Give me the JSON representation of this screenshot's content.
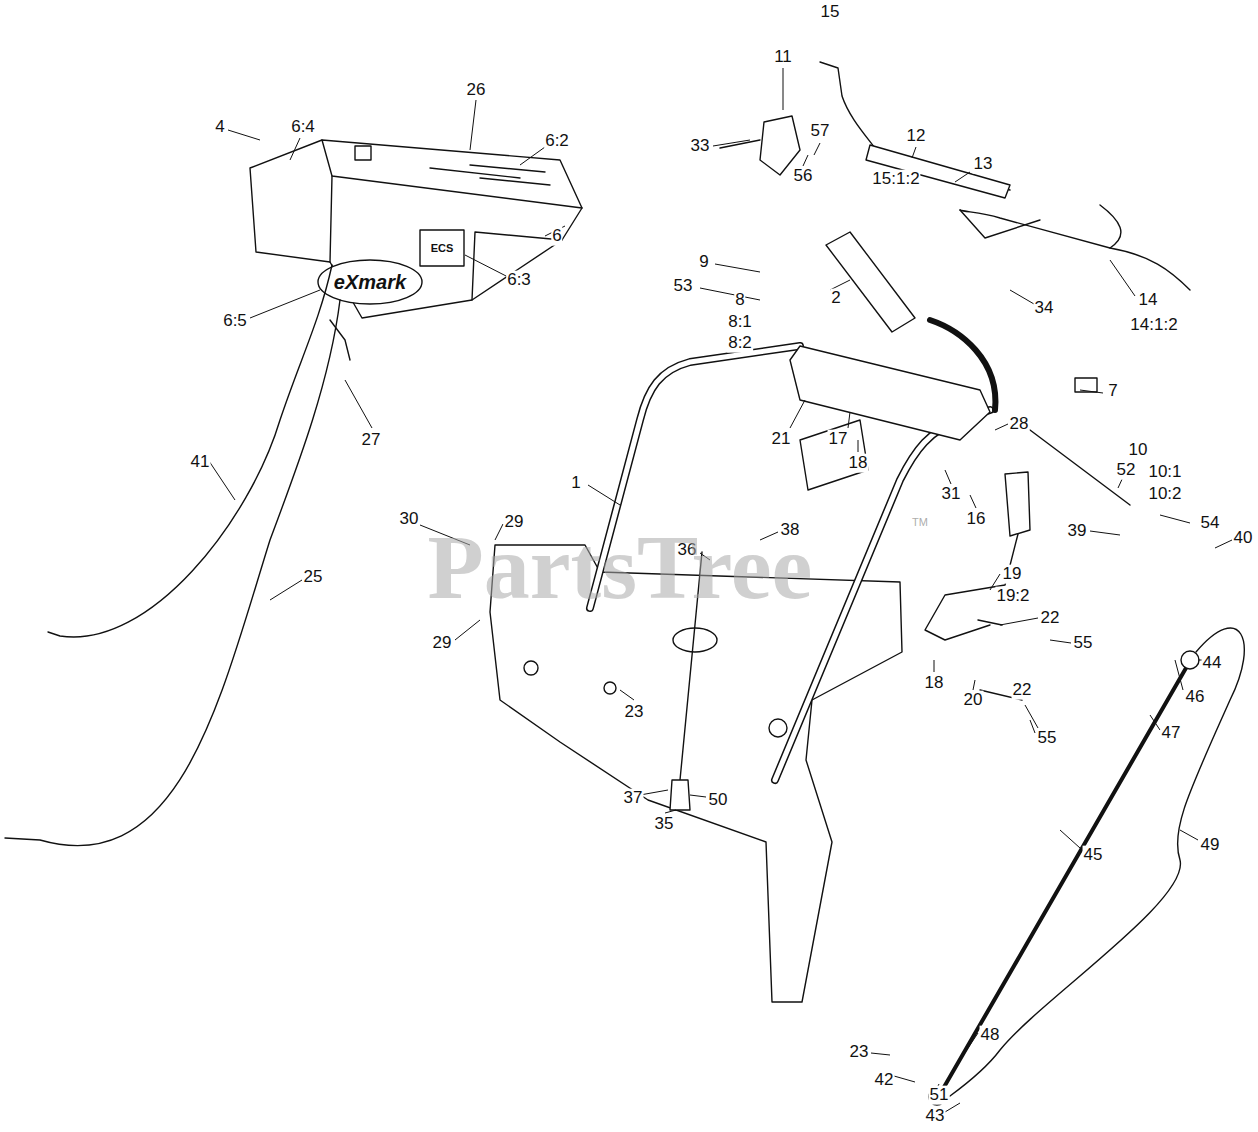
{
  "diagram": {
    "labels": [
      "15",
      "11",
      "26",
      "4",
      "6:4",
      "33",
      "57",
      "12",
      "6:2",
      "13",
      "56",
      "15:1:2",
      "6",
      "9",
      "53",
      "8",
      "8:1",
      "8:2",
      "2",
      "14",
      "14:1:2",
      "34",
      "6:5",
      "6:3",
      "7",
      "27",
      "28",
      "21",
      "17",
      "10",
      "52",
      "10:1",
      "10:2",
      "41",
      "18",
      "1",
      "31",
      "16",
      "54",
      "39",
      "40",
      "30",
      "29",
      "38",
      "36",
      "25",
      "19",
      "19:2",
      "22",
      "55",
      "44",
      "29",
      "46",
      "18",
      "20",
      "23",
      "47",
      "22",
      "55",
      "37",
      "35",
      "50",
      "45",
      "49",
      "48",
      "23",
      "42",
      "51",
      "43",
      "PartsTree",
      "TM",
      "eXmark",
      "ECS"
    ]
  }
}
